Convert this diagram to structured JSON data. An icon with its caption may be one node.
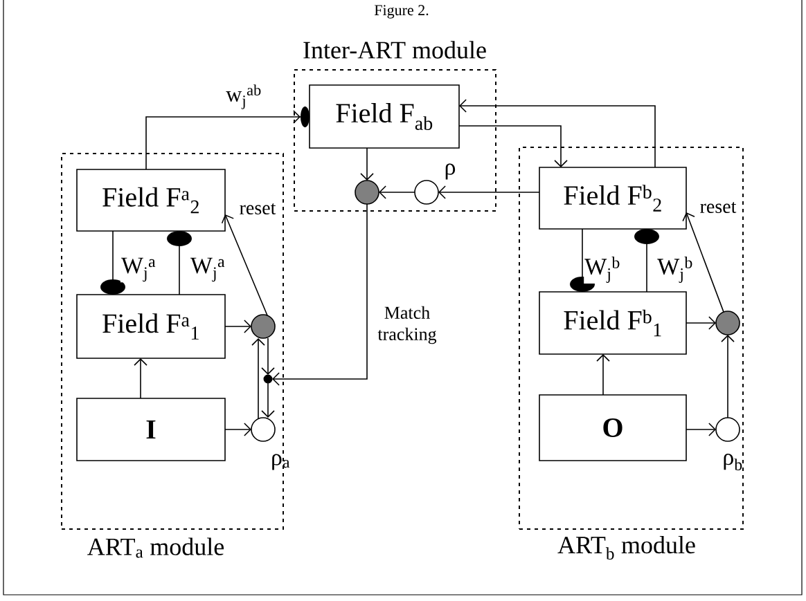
{
  "diagram": {
    "title": "Figure 2.",
    "nodes": [
      {
        "text": [
          "Inter-ART module"
        ]
      },
      {
        "text": [
          "Field F$_{ab}$"
        ],
        "in": 0
      },
      {
        "text": [],
        "shape": "circle",
        "in": 0
      },
      {
        "text": [],
        "shape": "circle",
        "in": 0,
        "beside": [
          "ρ"
        ]
      },
      {
        "text": [
          "ART$_{a}$ module"
        ]
      },
      {
        "text": [
          "Field F$^{a}$$_{2}$"
        ],
        "in": 4
      },
      {
        "text": [
          "Field F$^{a}$$_{1}$"
        ],
        "in": 4
      },
      {
        "text": [
          "I"
        ],
        "in": 4
      },
      {
        "text": [],
        "shape": "circle",
        "in": 4
      },
      {
        "text": [],
        "shape": "circle",
        "in": 4,
        "beside": [
          "ρ$_{a}$"
        ]
      },
      {
        "text": [],
        "shape": "circle",
        "in": 4
      },
      {
        "text": [
          "ART$_{b}$ module"
        ]
      },
      {
        "text": [
          "Field F$^{b}$$_{2}$"
        ],
        "in": 11
      },
      {
        "text": [
          "Field F$^{b}$$_{1}$"
        ],
        "in": 11
      },
      {
        "text": [
          "O"
        ],
        "in": 11
      },
      {
        "text": [],
        "shape": "circle",
        "in": 11
      },
      {
        "text": [],
        "shape": "circle",
        "in": 11,
        "beside": [
          "ρ$_{b}$"
        ]
      }
    ],
    "edges": [
      {
        "from": 5,
        "to": 1,
        "arrow": "to",
        "label": "w$_{j}$$^{ab}$"
      },
      {
        "from": 1,
        "to": 12,
        "arrow": "to"
      },
      {
        "from": 12,
        "to": 1,
        "arrow": "to"
      },
      {
        "from": 1,
        "to": 2,
        "arrow": "to"
      },
      {
        "from": 3,
        "to": 2,
        "arrow": "to"
      },
      {
        "from": 12,
        "to": 3,
        "arrow": "to"
      },
      {
        "from": 2,
        "to": 10,
        "arrow": "to",
        "label": "Match tracking"
      },
      {
        "from": 5,
        "to": 6,
        "arrow": "other",
        "label": "W$_{j}$$^{a}$"
      },
      {
        "from": 6,
        "to": 5,
        "arrow": "other",
        "label": "W$_{j}$$^{a}$"
      },
      {
        "from": 6,
        "to": 8,
        "arrow": "to"
      },
      {
        "from": 7,
        "to": 6,
        "arrow": "to"
      },
      {
        "from": 7,
        "to": 9,
        "arrow": "to"
      },
      {
        "from": 8,
        "to": 5,
        "arrow": "to",
        "label": "reset"
      },
      {
        "from": 9,
        "to": 8,
        "arrow": "to"
      },
      {
        "from": 8,
        "to": 10,
        "arrow": "to"
      },
      {
        "from": 10,
        "to": 9,
        "arrow": "to"
      },
      {
        "from": 12,
        "to": 13,
        "arrow": "other",
        "label": "W$_{j}$$^{b}$"
      },
      {
        "from": 13,
        "to": 12,
        "arrow": "other",
        "label": "W$_{j}$$^{b}$"
      },
      {
        "from": 13,
        "to": 15,
        "arrow": "to"
      },
      {
        "from": 14,
        "to": 13,
        "arrow": "to"
      },
      {
        "from": 14,
        "to": 16,
        "arrow": "to"
      },
      {
        "from": 16,
        "to": 15,
        "arrow": "to"
      },
      {
        "from": 15,
        "to": 12,
        "arrow": "to",
        "label": "reset"
      }
    ]
  }
}
